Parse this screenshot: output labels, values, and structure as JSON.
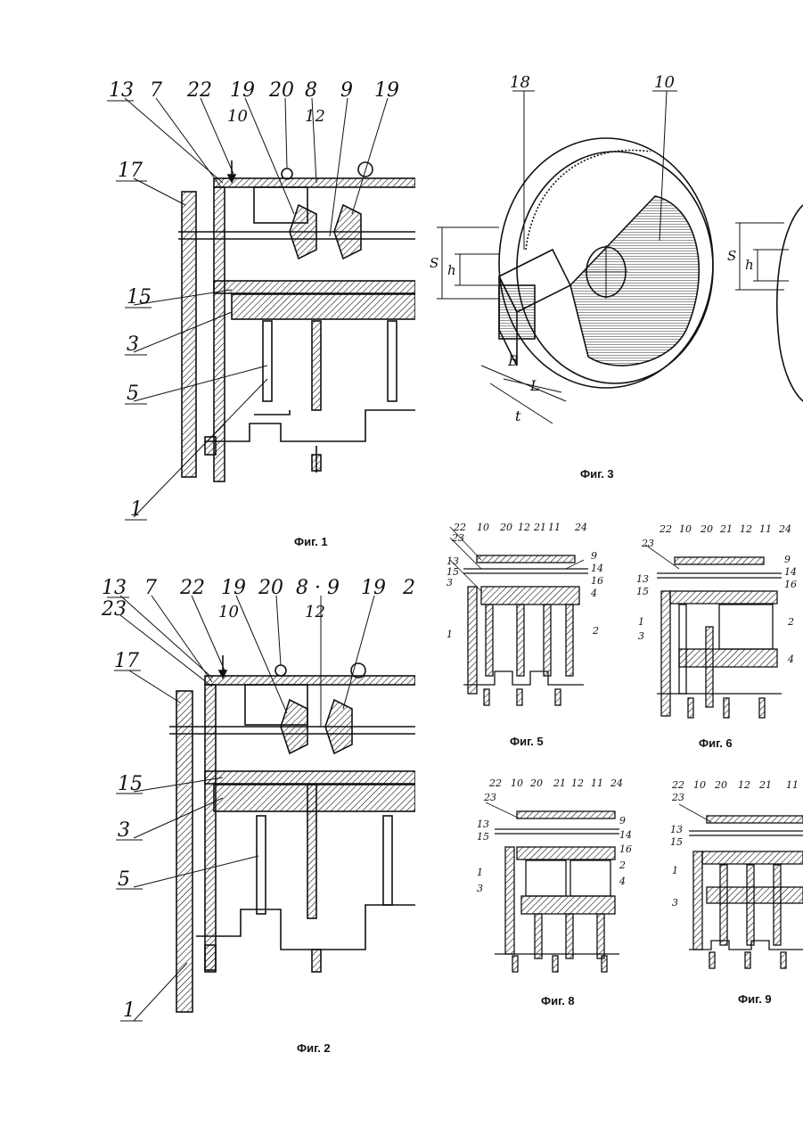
{
  "figures": {
    "fig1": {
      "caption": "Фиг. 1",
      "top_labels": [
        "13",
        "7",
        "22",
        "19",
        "20",
        "8",
        "9",
        "19"
      ],
      "side_labels": [
        "10",
        "12",
        "17",
        "15",
        "3",
        "5",
        "1"
      ]
    },
    "fig2": {
      "caption": "Фиг. 2",
      "top_labels": [
        "13",
        "7",
        "22",
        "19",
        "20",
        "8 · 9",
        "19",
        "2"
      ],
      "side_labels": [
        "23",
        "10",
        "12",
        "17",
        "15",
        "3",
        "5",
        "1"
      ]
    },
    "fig3": {
      "caption": "Фиг. 3",
      "labels": [
        "18",
        "10",
        "S",
        "h",
        "S",
        "h",
        "B",
        "L",
        "t"
      ]
    },
    "fig5": {
      "caption": "Фиг. 5",
      "top_labels": [
        "22",
        "10",
        "20",
        "12",
        "21",
        "11",
        "24"
      ],
      "side_labels": [
        "23",
        "13",
        "15",
        "3",
        "1",
        "9",
        "14",
        "16",
        "4",
        "2"
      ]
    },
    "fig6": {
      "caption": "Фиг. 6",
      "top_labels": [
        "22",
        "10",
        "20",
        "21",
        "12",
        "11",
        "24"
      ],
      "side_labels": [
        "23",
        "13",
        "15",
        "1",
        "3",
        "9",
        "14",
        "16",
        "2",
        "4"
      ]
    },
    "fig8": {
      "caption": "Фиг. 8",
      "top_labels": [
        "22",
        "10",
        "20",
        "21",
        "12",
        "11",
        "24"
      ],
      "side_labels": [
        "23",
        "13",
        "15",
        "1",
        "3",
        "9",
        "14",
        "16",
        "2",
        "4"
      ]
    },
    "fig9": {
      "caption": "Фиг. 9",
      "top_labels": [
        "22",
        "10",
        "20",
        "12",
        "21",
        "11"
      ],
      "side_labels": [
        "23",
        "13",
        "15",
        "1",
        "3"
      ]
    }
  },
  "colors": {
    "ink": "#111111",
    "paper": "#ffffff"
  }
}
